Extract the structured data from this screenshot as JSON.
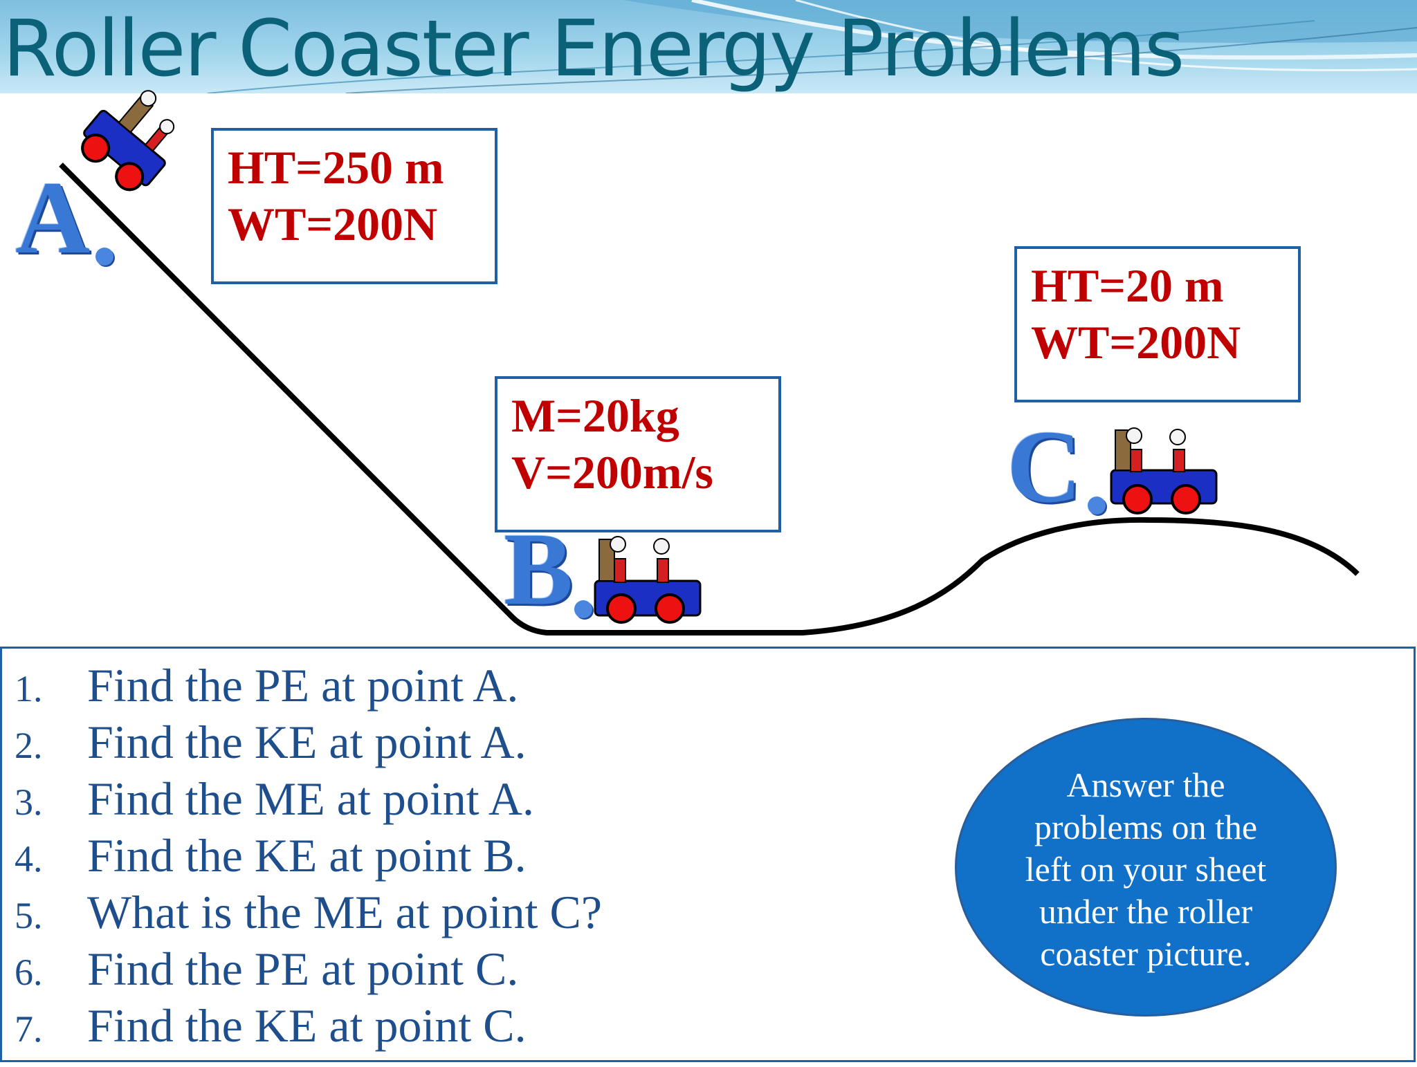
{
  "title": "Roller Coaster Energy Problems",
  "points": {
    "a": {
      "label": "A",
      "info": [
        "HT=250 m",
        "WT=200N"
      ]
    },
    "b": {
      "label": "B",
      "info": [
        "M=20kg",
        "V=200m/s"
      ]
    },
    "c": {
      "label": "C",
      "info": [
        "HT=20 m",
        "WT=200N"
      ]
    }
  },
  "questions": [
    {
      "num": "1.",
      "text": "Find the PE at point A."
    },
    {
      "num": "2.",
      "text": "Find the KE at point A."
    },
    {
      "num": "3.",
      "text": "Find the ME at point A."
    },
    {
      "num": "4.",
      "text": "Find the KE at point B."
    },
    {
      "num": "5.",
      "text": "What is the ME at point C?"
    },
    {
      "num": "6.",
      "text": "Find the PE at point C."
    },
    {
      "num": "7.",
      "text": "Find the KE at point C."
    }
  ],
  "note": "Answer the problems on the left on your sheet under the roller coaster picture.",
  "colors": {
    "title": "#0b6278",
    "info_text": "#c00000",
    "box_border": "#1f5fa5",
    "question_text": "#1f4e8c",
    "oval_fill": "#1170c8",
    "point_label": "#3a78d6"
  }
}
